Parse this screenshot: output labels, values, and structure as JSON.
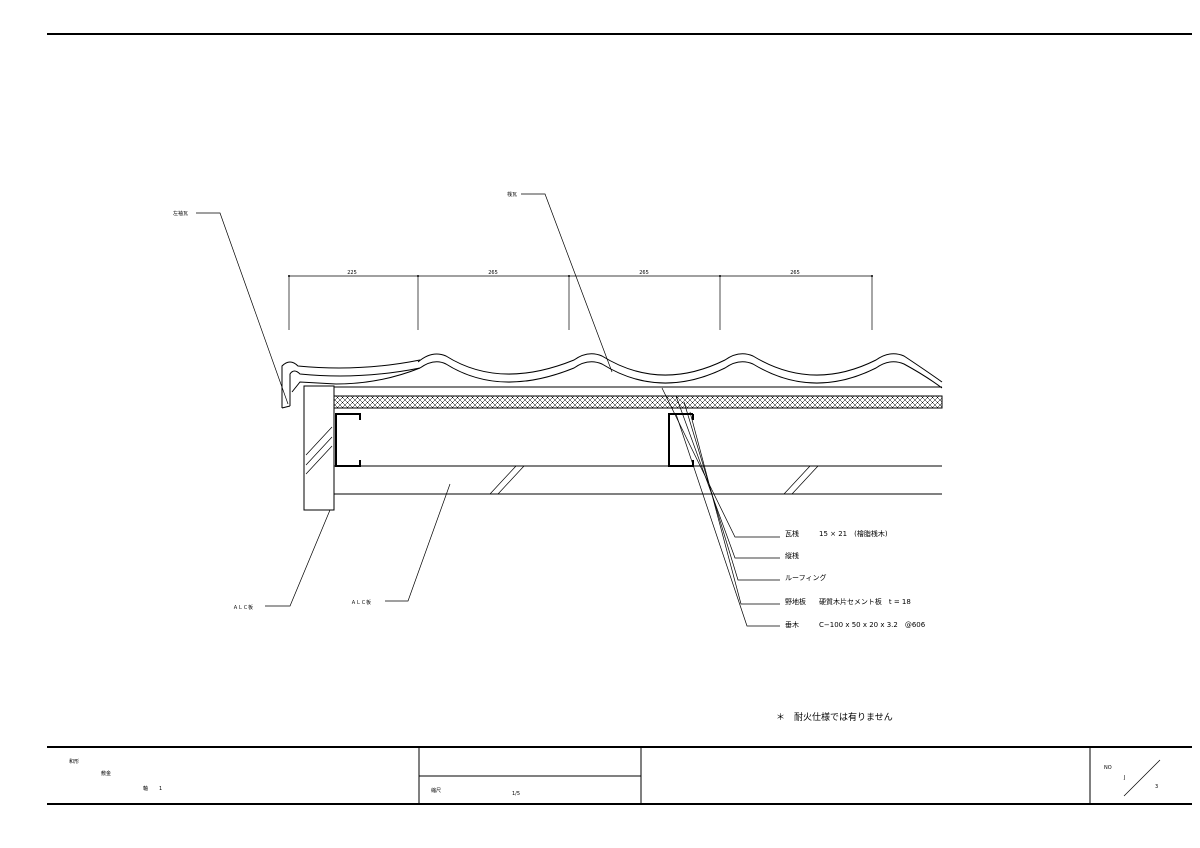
{
  "drawing": {
    "labels": {
      "sode_gawara": "左袖瓦",
      "sangawara": "桟瓦",
      "alc_left": "ＡＬＣ板",
      "alc_right": "ＡＬＣ板"
    },
    "dimensions": [
      "225",
      "265",
      "265",
      "265"
    ],
    "callouts": [
      {
        "name": "瓦桟",
        "spec": "15 × 21　(檜脂桟木)"
      },
      {
        "name": "縦桟",
        "spec": ""
      },
      {
        "name": "ルーフィング",
        "spec": ""
      },
      {
        "name": "野地板",
        "spec": "硬質木片セメント板　t = 18"
      },
      {
        "name": "垂木",
        "spec": "C−100 x 50 x 20 x 3.2　@606"
      }
    ],
    "note": "＊　耐火仕様では有りません"
  },
  "title_block": {
    "cell1_line1": "和形",
    "cell1_line2": "敷金",
    "cell1_line3": "軸",
    "cell1_line3_value": "1",
    "scale_label": "縮尺",
    "scale_value": "1/5",
    "no_label": "NO",
    "no_numerator": "J",
    "no_denominator": "3"
  }
}
